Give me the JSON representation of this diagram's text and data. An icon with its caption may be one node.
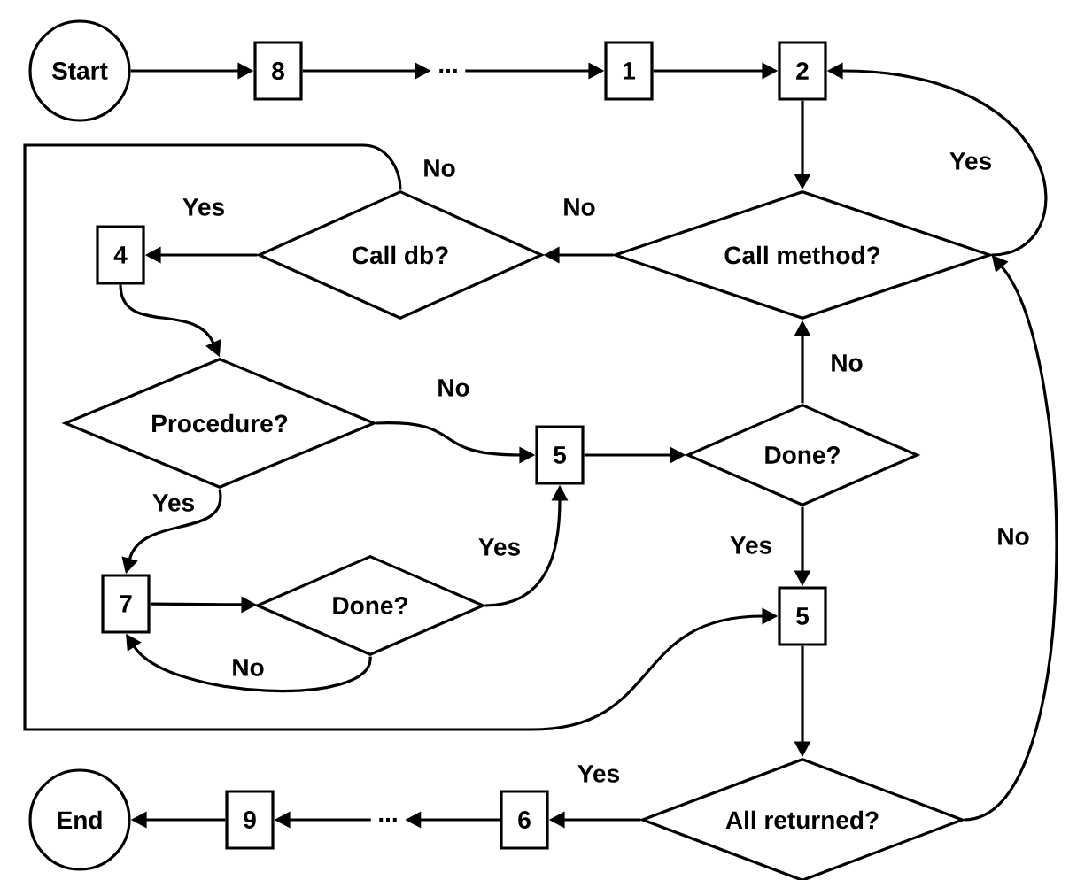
{
  "diagram": {
    "nodes": [
      {
        "text": [
          "Start"
        ]
      },
      {
        "text": [
          "8"
        ]
      },
      {
        "text": [
          "..."
        ]
      },
      {
        "text": [
          "1"
        ]
      },
      {
        "text": [
          "2"
        ]
      },
      {
        "text": [
          "Call method?"
        ]
      },
      {
        "text": [
          "Call db?"
        ]
      },
      {
        "text": [
          "4"
        ]
      },
      {
        "text": [
          "Procedure?"
        ]
      },
      {
        "text": [
          "5"
        ]
      },
      {
        "text": [
          "Done?"
        ]
      },
      {
        "text": [
          "7"
        ]
      },
      {
        "text": [
          "Done?"
        ]
      },
      {
        "text": [
          "5"
        ]
      },
      {
        "text": [
          "All returned?"
        ]
      },
      {
        "text": [
          "6"
        ]
      },
      {
        "text": [
          "..."
        ]
      },
      {
        "text": [
          "9"
        ]
      },
      {
        "text": [
          "End"
        ]
      }
    ],
    "edges": [
      {
        "from": 0,
        "to": 1,
        "arrow": "to"
      },
      {
        "from": 1,
        "to": 2,
        "arrow": "to"
      },
      {
        "from": 2,
        "to": 3,
        "arrow": "to"
      },
      {
        "from": 3,
        "to": 4,
        "arrow": "to"
      },
      {
        "from": 4,
        "to": 5,
        "arrow": "to"
      },
      {
        "from": 5,
        "to": 4,
        "arrow": "to",
        "label": "Yes"
      },
      {
        "from": 5,
        "to": 6,
        "arrow": "to",
        "label": "No"
      },
      {
        "from": 6,
        "to": 7,
        "arrow": "to",
        "label": "Yes"
      },
      {
        "from": 6,
        "to": 13,
        "arrow": "to",
        "label": "No"
      },
      {
        "from": 7,
        "to": 8,
        "arrow": "to"
      },
      {
        "from": 8,
        "to": 9,
        "arrow": "to",
        "label": "No"
      },
      {
        "from": 8,
        "to": 11,
        "arrow": "to",
        "label": "Yes"
      },
      {
        "from": 11,
        "to": 12,
        "arrow": "to"
      },
      {
        "from": 12,
        "to": 9,
        "arrow": "to",
        "label": "Yes"
      },
      {
        "from": 12,
        "to": 11,
        "arrow": "to",
        "label": "No"
      },
      {
        "from": 9,
        "to": 10,
        "arrow": "to"
      },
      {
        "from": 10,
        "to": 5,
        "arrow": "to",
        "label": "No"
      },
      {
        "from": 10,
        "to": 13,
        "arrow": "to",
        "label": "Yes"
      },
      {
        "from": 13,
        "to": 14,
        "arrow": "to"
      },
      {
        "from": 14,
        "to": 15,
        "arrow": "to",
        "label": "Yes"
      },
      {
        "from": 15,
        "to": 16,
        "arrow": "to"
      },
      {
        "from": 16,
        "to": 17,
        "arrow": "to"
      },
      {
        "from": 17,
        "to": 18,
        "arrow": "to"
      },
      {
        "from": 14,
        "to": 5,
        "arrow": "to",
        "label": "No"
      }
    ]
  }
}
